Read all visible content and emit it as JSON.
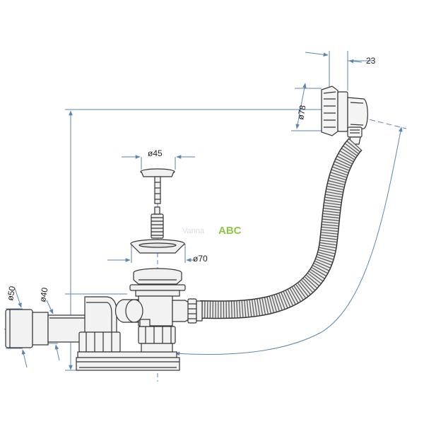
{
  "dimensions": {
    "d23": "23",
    "d78": "ø78",
    "d45": "ø45",
    "d70": "ø70",
    "d50": "ø50",
    "d40": "ø40"
  },
  "watermark": {
    "faint_text": "Vanna",
    "brand_text": "ABC",
    "brand_color": "#8dc63f",
    "faint_color": "#d6dde3"
  },
  "colors": {
    "dimension_line": "#5b86b0",
    "outline": "#333333"
  }
}
